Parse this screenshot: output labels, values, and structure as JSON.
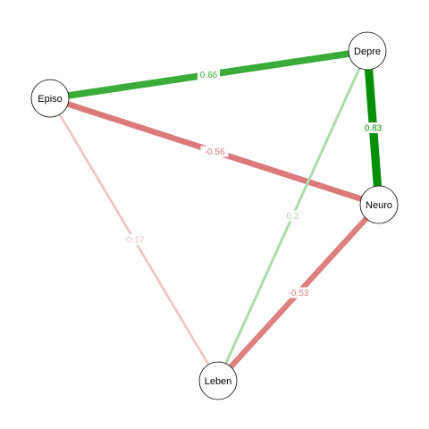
{
  "network": {
    "nodes": [
      {
        "id": "episo",
        "label": "Episo"
      },
      {
        "id": "depre",
        "label": "Depre"
      },
      {
        "id": "neuro",
        "label": "Neuro"
      },
      {
        "id": "leben",
        "label": "Leben"
      }
    ],
    "edges": [
      {
        "from": "episo",
        "to": "depre",
        "weight": 0.66,
        "label": "0.66",
        "sign": "positive"
      },
      {
        "from": "depre",
        "to": "neuro",
        "weight": 0.83,
        "label": "0.83",
        "sign": "positive"
      },
      {
        "from": "episo",
        "to": "neuro",
        "weight": -0.56,
        "label": "-0.56",
        "sign": "negative"
      },
      {
        "from": "episo",
        "to": "leben",
        "weight": -0.17,
        "label": "-0.17",
        "sign": "negative"
      },
      {
        "from": "depre",
        "to": "leben",
        "weight": 0.2,
        "label": "0.2",
        "sign": "positive"
      },
      {
        "from": "neuro",
        "to": "leben",
        "weight": -0.53,
        "label": "-0.53",
        "sign": "negative"
      }
    ]
  },
  "colors": {
    "positive": "#159d15",
    "negative": "#cd4b4b",
    "node_fill": "#ffffff",
    "node_stroke": "#000000"
  }
}
